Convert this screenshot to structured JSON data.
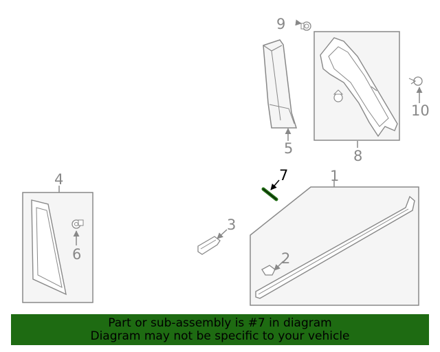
{
  "diagram": {
    "callouts": {
      "c1": "1",
      "c2": "2",
      "c3": "3",
      "c4": "4",
      "c5": "5",
      "c6": "6",
      "c7": "7",
      "c8": "8",
      "c9": "9",
      "c10": "10"
    },
    "highlight_part": "7",
    "colors": {
      "line": "#888888",
      "panel_fill": "#f5f5f5",
      "highlight_part": "#1e6b12",
      "highlight_text": "#000000"
    }
  },
  "banner": {
    "line1": "Part or sub-assembly is #7 in diagram",
    "line2": "Diagram may not be specific to your vehicle",
    "bg": "#1e6b12"
  }
}
